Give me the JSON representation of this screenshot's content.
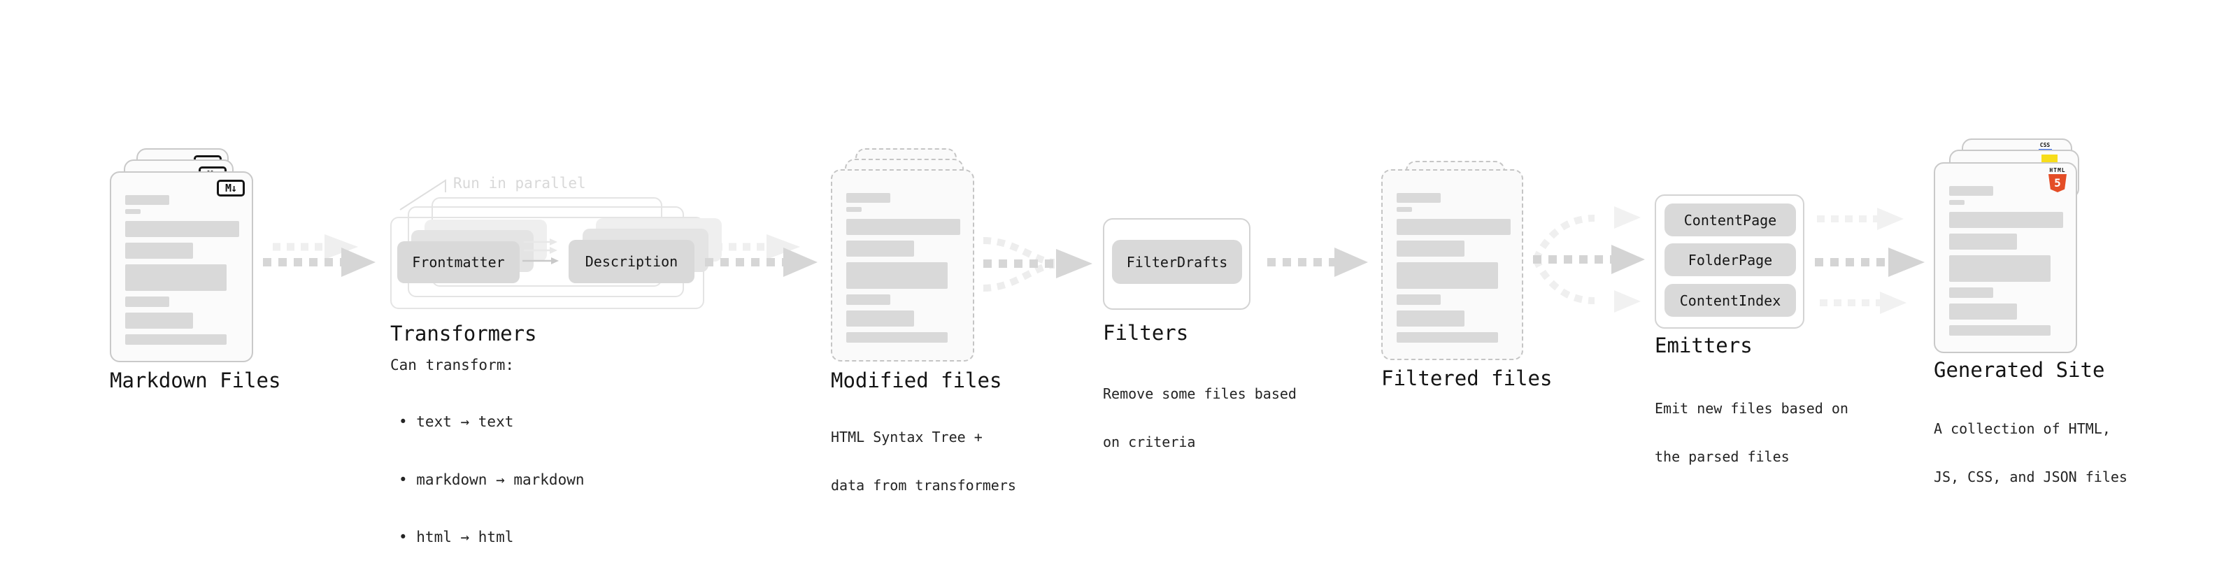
{
  "stages": {
    "markdown": {
      "label": "Markdown Files",
      "badge": "M↓"
    },
    "transformers": {
      "label": "Transformers",
      "annotation": "Run in parallel",
      "pill_frontmatter": "Frontmatter",
      "pill_description": "Description",
      "desc_title": "Can transform:",
      "bullets": [
        "• text → text",
        "• markdown → markdown",
        "• html → html"
      ]
    },
    "modified": {
      "label": "Modified files",
      "desc_line1": "HTML Syntax Tree +",
      "desc_line2": "data from transformers"
    },
    "filters": {
      "label": "Filters",
      "pill": "FilterDrafts",
      "desc_line1": "Remove some files based",
      "desc_line2": "on criteria"
    },
    "filtered": {
      "label": "Filtered files"
    },
    "emitters": {
      "label": "Emitters",
      "pills": [
        "ContentPage",
        "FolderPage",
        "ContentIndex"
      ],
      "desc_line1": "Emit new files based on",
      "desc_line2": "the parsed files"
    },
    "site": {
      "label": "Generated Site",
      "desc_line1": "A collection of HTML,",
      "desc_line2": "JS, CSS, and JSON files",
      "badge_css": "CSS",
      "badge_html": "HTML",
      "badge_html_number": "5"
    }
  },
  "colors": {
    "css_blue": "#2d62e8",
    "js_yellow": "#f7dd1a",
    "html_orange": "#e44d26"
  }
}
